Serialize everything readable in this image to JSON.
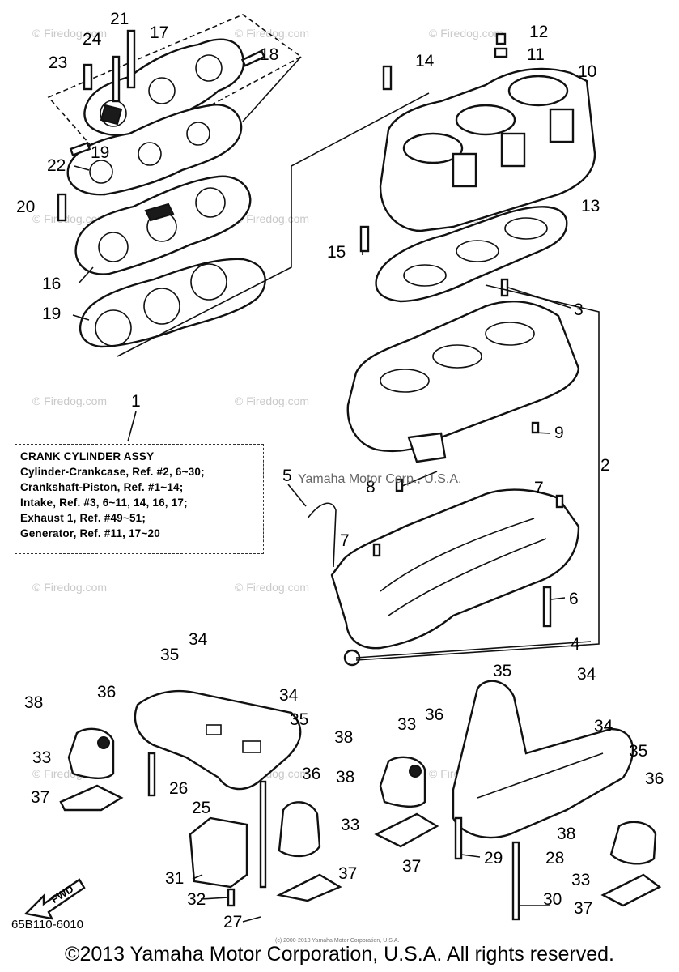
{
  "legend": {
    "title": "CRANK CYLINDER ASSY",
    "lines": [
      "Cylinder-Crankcase, Ref. #2, 6~30;",
      "Crankshaft-Piston, Ref. #1~14;",
      "Intake, Ref. #3, 6~11, 14, 16, 17;",
      "Exhaust 1, Ref. #49~51;",
      "Generator, Ref. #11, 17~20"
    ]
  },
  "callouts": [
    "1",
    "2",
    "3",
    "4",
    "5",
    "6",
    "7",
    "7",
    "8",
    "9",
    "10",
    "11",
    "12",
    "13",
    "14",
    "15",
    "16",
    "17",
    "18",
    "19",
    "19",
    "20",
    "21",
    "22",
    "23",
    "24",
    "25",
    "26",
    "27",
    "28",
    "29",
    "30",
    "31",
    "32",
    "33",
    "33",
    "33",
    "33",
    "34",
    "34",
    "34",
    "34",
    "35",
    "35",
    "35",
    "35",
    "36",
    "36",
    "36",
    "36",
    "37",
    "37",
    "37",
    "37",
    "38",
    "38",
    "38",
    "38"
  ],
  "watermark": "© Firedog.com",
  "overlay_text": "Yamaha Motor Corp., U.S.A.",
  "fwd_label": "FWD",
  "diagram_code": "65B110-6010",
  "tiny_note": "(c) 2000-2013 Yamaha Motor Corporation, U.S.A.",
  "footer": "©2013 Yamaha Motor Corporation, U.S.A. All rights reserved."
}
